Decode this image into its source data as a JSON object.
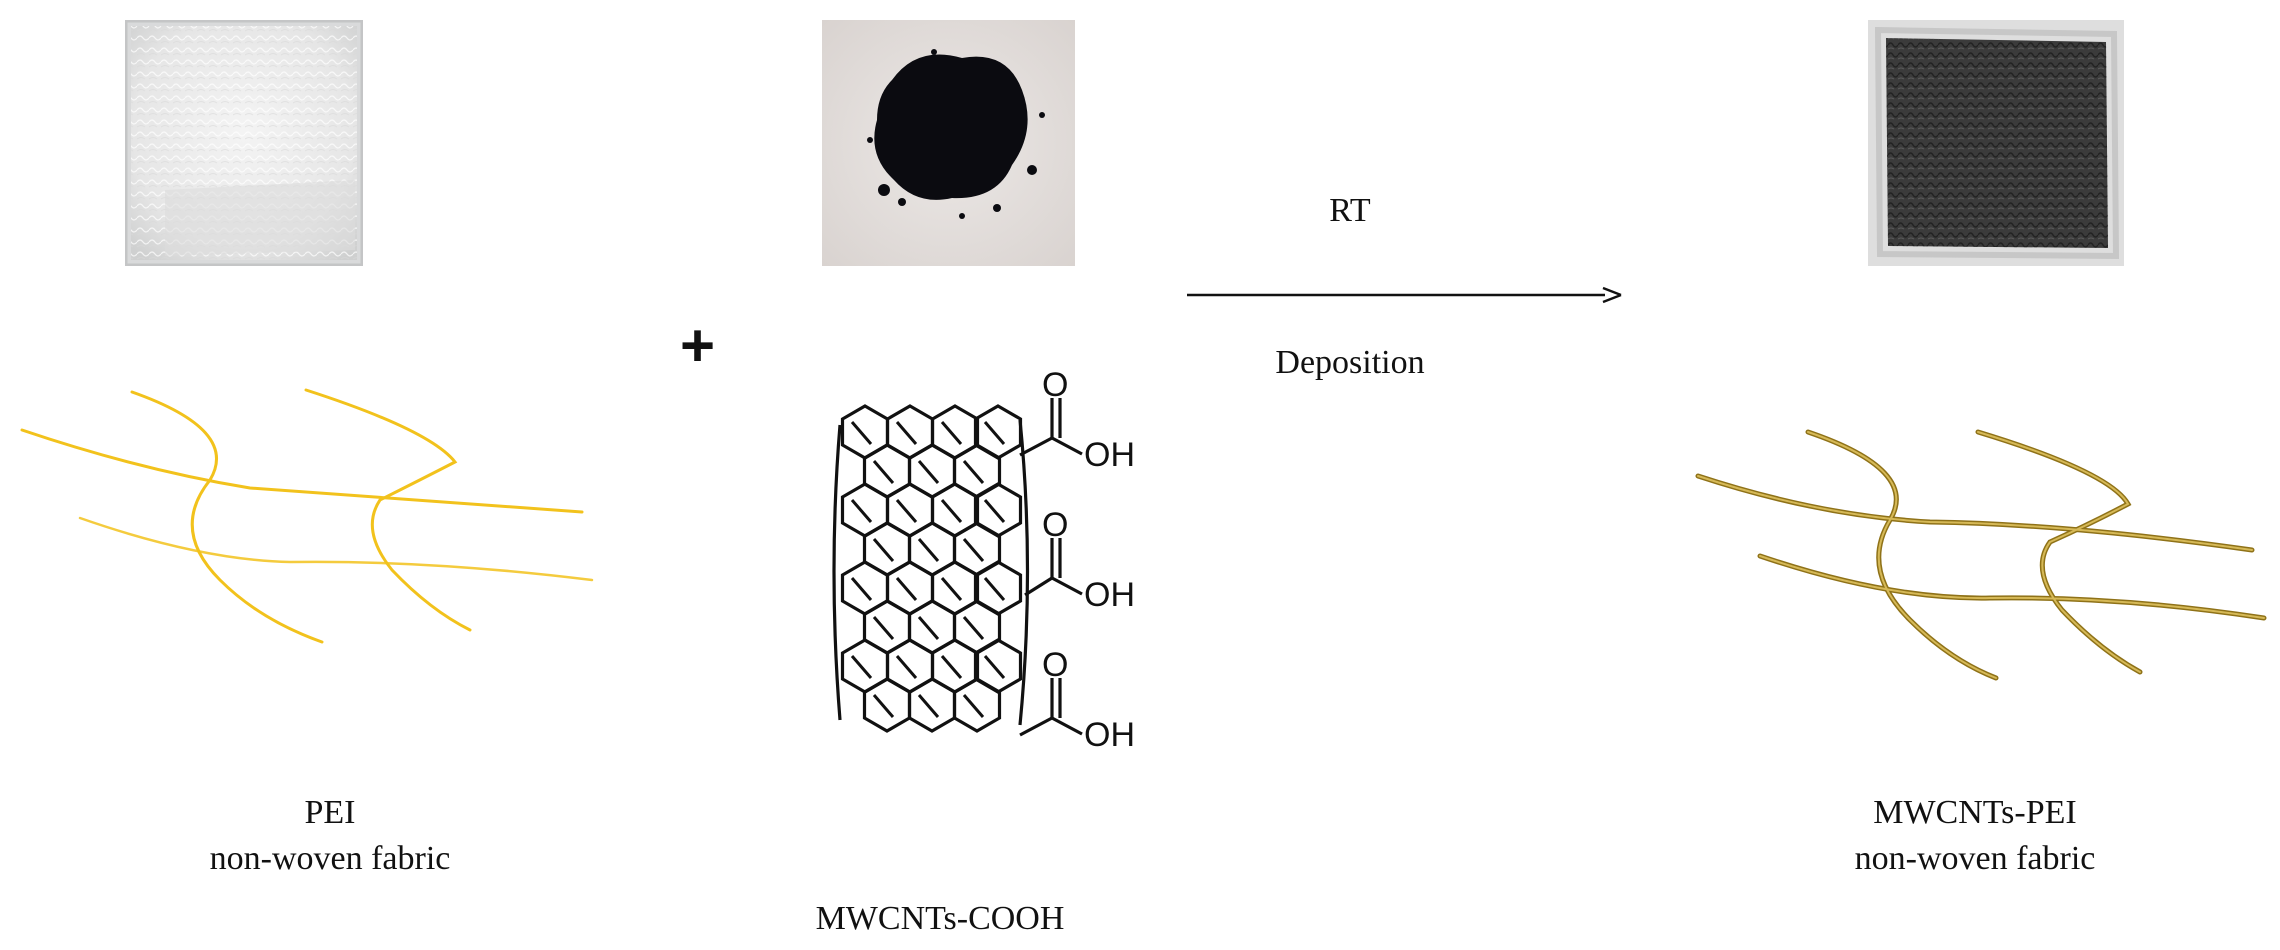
{
  "reactant1": {
    "name": "PEI",
    "subtitle": "non-woven fabric"
  },
  "reactant2": {
    "name": "MWCNTs-COOH",
    "oh_label": "OH",
    "o_label": "O"
  },
  "operator": "+",
  "arrow": {
    "above": "RT",
    "below": "Deposition"
  },
  "product": {
    "name": "MWCNTs-PEI",
    "subtitle": "non-woven fabric"
  },
  "colors": {
    "pei_fiber": "#f2c21c",
    "coated_fiber": "#b8962a",
    "powder": "#0b0b10",
    "fabric_light": "#e9e9e9",
    "fabric_dark": "#3a3a3a"
  }
}
